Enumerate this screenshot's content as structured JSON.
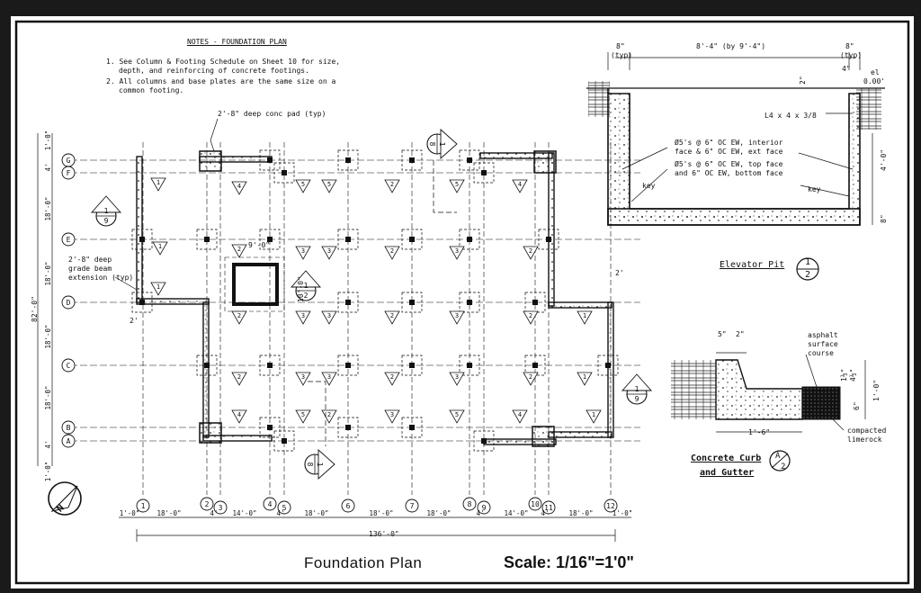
{
  "notes": {
    "heading": "NOTES - FOUNDATION PLAN",
    "note1_line1": "1. See Column & Footing Schedule on Sheet 10 for size,",
    "note1_line2": "depth, and reinforcing of concrete footings.",
    "note2_line1": "2. All columns and base plates are the same size on a",
    "note2_line2": "common footing."
  },
  "plan": {
    "title": "Foundation Plan",
    "scale": "Scale: 1/16\"=1'0\"",
    "callout_pad": "2'-8\" deep conc pad (typ)",
    "callout_grade_beam_1": "2'-8\" deep",
    "callout_grade_beam_2": "grade beam",
    "callout_grade_beam_3": "extension (typ)",
    "row_labels": [
      "G",
      "F",
      "E",
      "D",
      "C",
      "B",
      "A"
    ],
    "col_labels": [
      "1",
      "2",
      "3",
      "4",
      "5",
      "6",
      "7",
      "8",
      "9",
      "10",
      "11",
      "12"
    ],
    "bottom_dims": [
      "1'-0\"",
      "18'-0\"",
      "4'",
      "14'-0\"",
      "4'",
      "18'-0\"",
      "18'-0\"",
      "18'-0\"",
      "4'",
      "14'-0\"",
      "4'",
      "18'-0\"",
      "1'-0\""
    ],
    "overall_width": "136'-0\"",
    "overall_height": "82'-0\"",
    "left_dims": [
      "1'-0\"",
      "4'",
      "18'-0\"",
      "18'-0\"",
      "18'-0\"",
      "18'-0\"",
      "4'",
      "1'-0\""
    ],
    "pit_dim_w": "9'-0\"",
    "pit_dim_h": "10'-0\"",
    "dim_2_ft": "2'",
    "footing_marks": [
      {
        "n": "1"
      },
      {
        "n": "4"
      },
      {
        "n": "5"
      },
      {
        "n": "5"
      },
      {
        "n": "2"
      },
      {
        "n": "5"
      },
      {
        "n": "4"
      },
      {
        "n": "1"
      },
      {
        "n": "2"
      },
      {
        "n": "3"
      },
      {
        "n": "3"
      },
      {
        "n": "2"
      },
      {
        "n": "3"
      },
      {
        "n": "2"
      },
      {
        "n": "1"
      },
      {
        "n": "2"
      },
      {
        "n": "3"
      },
      {
        "n": "3"
      },
      {
        "n": "2"
      },
      {
        "n": "3"
      },
      {
        "n": "2"
      },
      {
        "n": "1"
      },
      {
        "n": "2"
      },
      {
        "n": "3"
      },
      {
        "n": "3"
      },
      {
        "n": "2"
      },
      {
        "n": "3"
      },
      {
        "n": "2"
      },
      {
        "n": "1"
      },
      {
        "n": "4"
      },
      {
        "n": "5"
      },
      {
        "n": "2"
      },
      {
        "n": "3"
      },
      {
        "n": "5"
      },
      {
        "n": "4"
      },
      {
        "n": "1"
      }
    ],
    "section_refs": [
      {
        "top": "1",
        "bottom": "9"
      },
      {
        "top": "1",
        "bottom": "8"
      },
      {
        "top": "1",
        "bottom": "8"
      },
      {
        "top": "1",
        "bottom": "9"
      },
      {
        "top": "1",
        "bottom": "2"
      }
    ]
  },
  "elevator_pit": {
    "title": "Elevator Pit",
    "ref_top": "1",
    "ref_bottom": "2",
    "dim_wall_left": "8\"",
    "dim_typ": "(typ)",
    "dim_inside": "8'-4\" (by 9'-4\")",
    "dim_wall_right": "8\"",
    "dim_typ_right": "(typ)",
    "dim_4in": "4\"",
    "dim_2in": "2\"",
    "el_label": "el",
    "el_value": "0.00'",
    "angle": "L4 x 4 x 3/8",
    "rebar_1": "Ø5's @ 6\" OC EW, interior",
    "rebar_2": "face & 6\" OC EW, ext face",
    "rebar_3": "Ø5's @ 6\" OC EW, top face",
    "rebar_4": "and 6\" OC EW, bottom face",
    "key_left": "key",
    "key_right": "key",
    "depth_dim": "4'-0\"",
    "slab_dim": "8\""
  },
  "curb": {
    "title_1": "Concrete Curb",
    "title_2": "and Gutter",
    "ref_top": "A",
    "ref_bottom": "2",
    "dim_5in": "5\"",
    "dim_2in": "2\"",
    "asphalt_1": "asphalt",
    "asphalt_2": "surface",
    "asphalt_3": "course",
    "dim_1_5in": "1½\"",
    "dim_4_5in": "4½\"",
    "dim_6in": "6\"",
    "dim_height": "1'-0\"",
    "dim_width": "1'-6\"",
    "limerock_1": "compacted",
    "limerock_2": "limerock"
  },
  "north_arrow": {
    "letter": "N"
  }
}
